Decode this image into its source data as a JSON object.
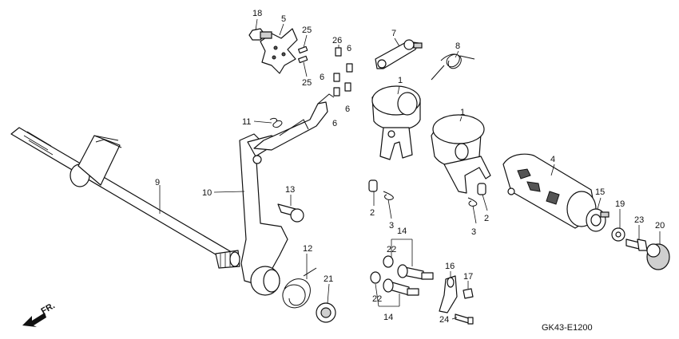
{
  "diagram": {
    "code": "GK43-E1200",
    "direction_label": "FR."
  },
  "callouts": [
    "18",
    "5",
    "25",
    "25",
    "26",
    "6",
    "6",
    "6",
    "6",
    "7",
    "8",
    "1",
    "1",
    "11",
    "10",
    "9",
    "13",
    "2",
    "3",
    "4",
    "15",
    "19",
    "23",
    "20",
    "14",
    "22",
    "12",
    "21",
    "22",
    "14",
    "16",
    "17",
    "24",
    "2",
    "3"
  ]
}
